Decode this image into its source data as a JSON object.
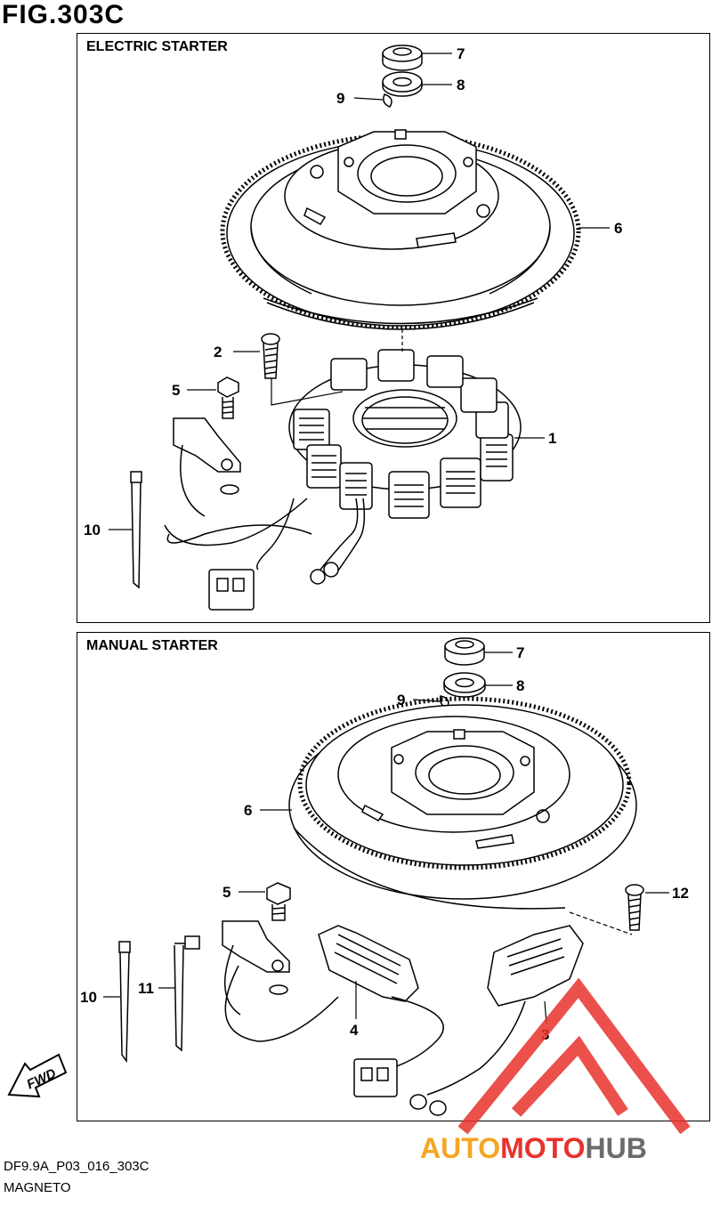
{
  "figure": {
    "title": "FIG.303C"
  },
  "panels": {
    "electric": {
      "title": "ELECTRIC STARTER"
    },
    "manual": {
      "title": "MANUAL STARTER"
    }
  },
  "callouts": {
    "electric": [
      "7",
      "8",
      "9",
      "6",
      "2",
      "5",
      "1",
      "10"
    ],
    "manual": [
      "7",
      "8",
      "9",
      "6",
      "5",
      "12",
      "10",
      "11",
      "4",
      "3"
    ]
  },
  "fwd_label": "FWD",
  "footer": {
    "code": "DF9.9A_P03_016_303C",
    "name": "MAGNETO"
  },
  "watermark": {
    "part1": "AUTO",
    "part2": "MOTO",
    "part3": "HUB"
  },
  "colors": {
    "line": "#000000",
    "watermark_red": "#e8322c",
    "watermark_orange": "#f5a623",
    "watermark_gray": "#6b6b6b"
  }
}
